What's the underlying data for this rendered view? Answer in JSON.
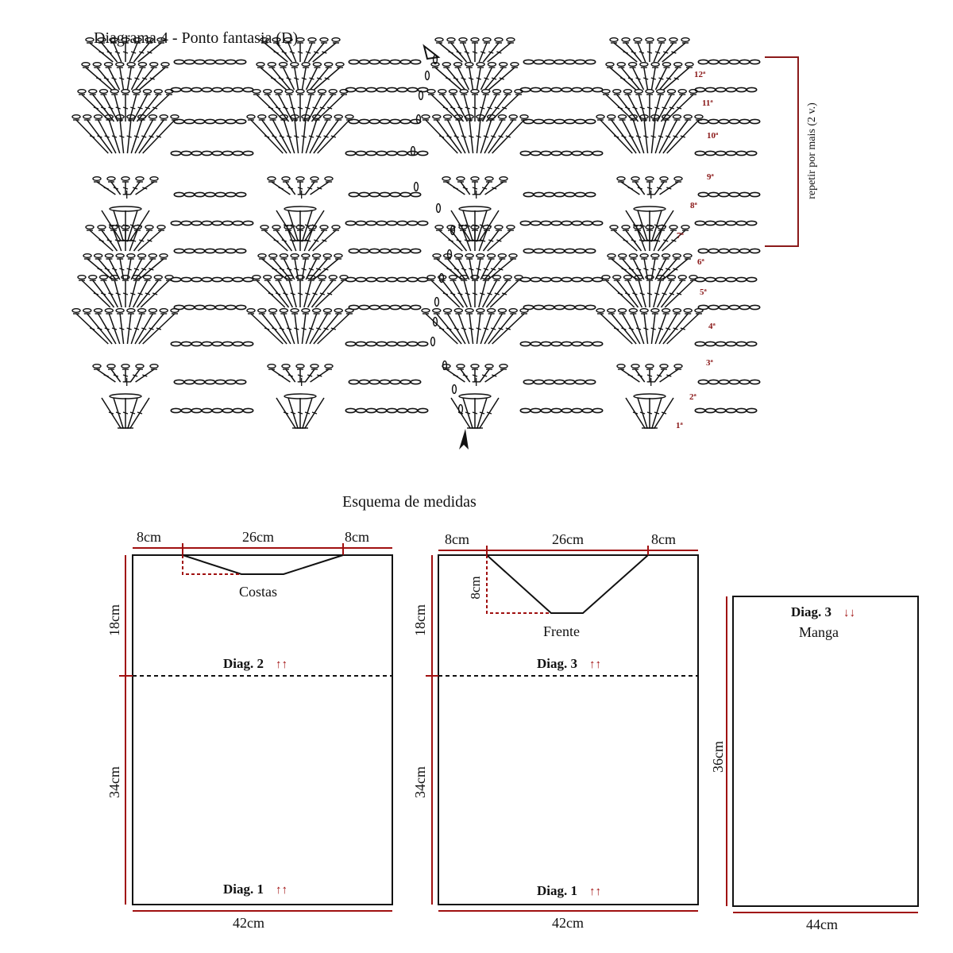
{
  "chart_title": "Diagrama 4 - Ponto fantasia (D)",
  "repeat_label": "repetir por mais (2 v.)",
  "rows": [
    "1ª",
    "2ª",
    "3ª",
    "4ª",
    "5ª",
    "6ª",
    "7ª",
    "8ª",
    "9ª",
    "10ª",
    "11ª",
    "12ª"
  ],
  "schema_title": "Esquema de medidas",
  "back": {
    "name": "Costas",
    "top_left": "8cm",
    "top_mid": "26cm",
    "top_right": "8cm",
    "side_top": "18cm",
    "side_bottom": "34cm",
    "width": "42cm",
    "diag_top": "Diag. 2",
    "diag_top_arrows": "↑↑",
    "diag_bottom": "Diag. 1",
    "diag_bottom_arrows": "↑↑"
  },
  "front": {
    "name": "Frente",
    "top_left": "8cm",
    "top_mid": "26cm",
    "top_right": "8cm",
    "neck_depth": "8cm",
    "side_top": "18cm",
    "side_bottom": "34cm",
    "width": "42cm",
    "diag_top": "Diag. 3",
    "diag_top_arrows": "↑↑",
    "diag_bottom": "Diag. 1",
    "diag_bottom_arrows": "↑↑"
  },
  "sleeve": {
    "name": "Manga",
    "diag": "Diag. 3",
    "diag_arrows": "↓↓",
    "height": "36cm",
    "width": "44cm"
  },
  "colors": {
    "accent": "#a01010",
    "line": "#111111"
  }
}
